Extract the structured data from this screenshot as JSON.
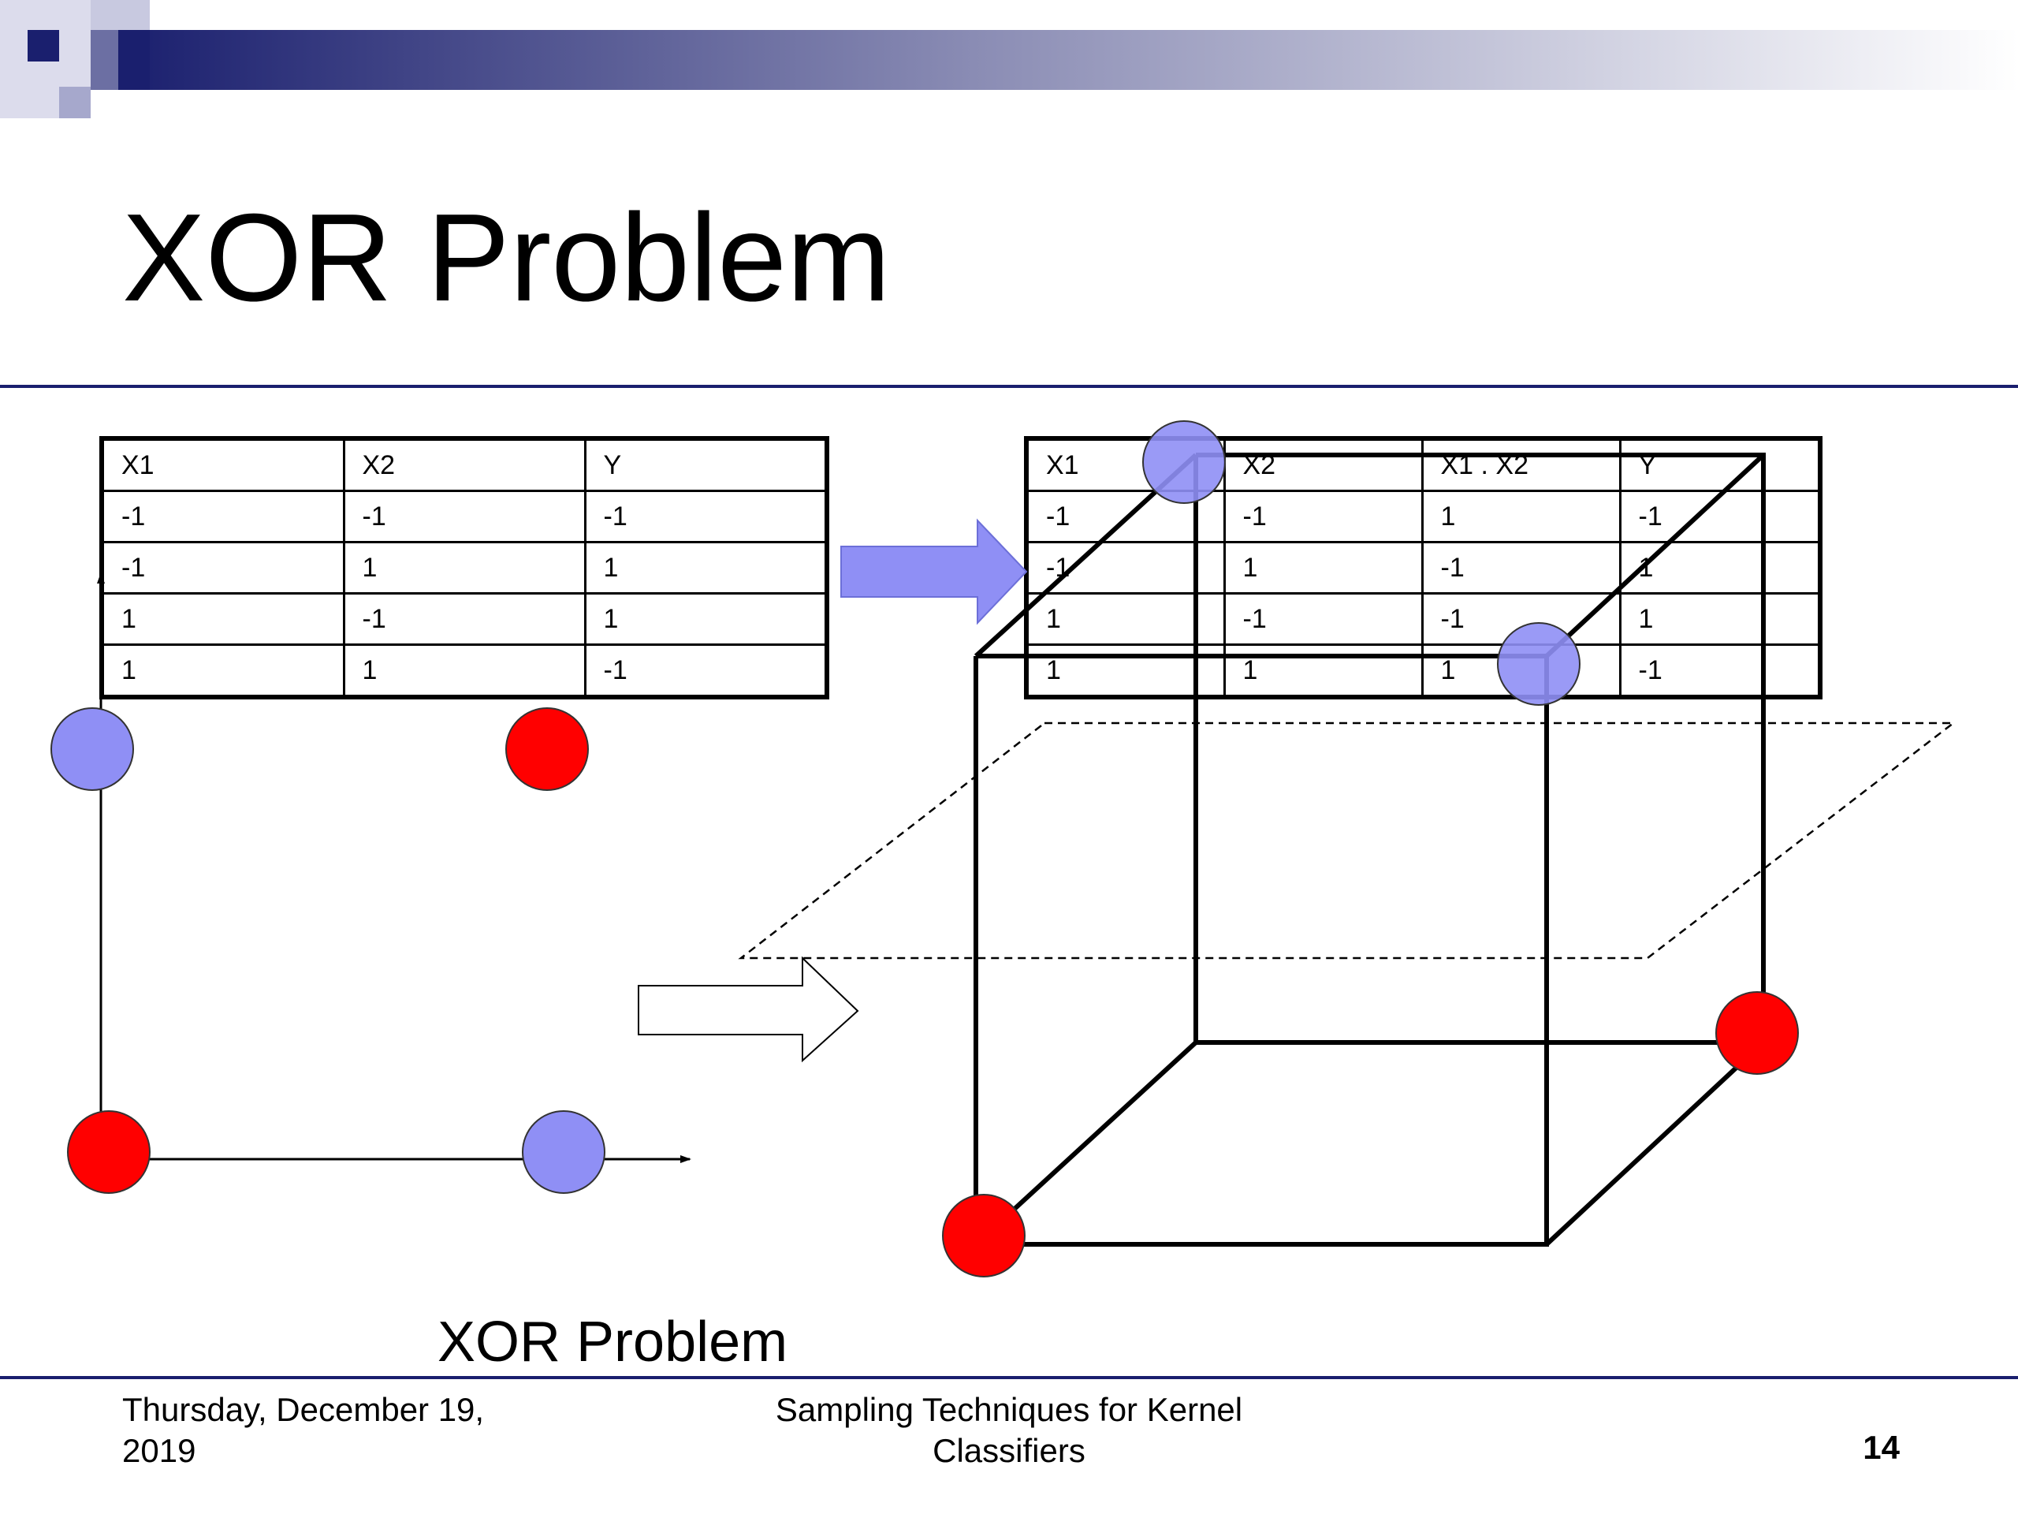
{
  "slide": {
    "title": "XOR Problem",
    "caption": "XOR Problem"
  },
  "tables": {
    "left": {
      "header": [
        "X1",
        "X2",
        "Y"
      ],
      "rows": [
        [
          "-1",
          "-1",
          "-1"
        ],
        [
          "-1",
          "1",
          "1"
        ],
        [
          "1",
          "-1",
          "1"
        ],
        [
          "1",
          "1",
          "-1"
        ]
      ]
    },
    "right": {
      "header": [
        "X1",
        "X2",
        "X1 . X2",
        "Y"
      ],
      "rows": [
        [
          "-1",
          "-1",
          "1",
          "-1"
        ],
        [
          "-1",
          "1",
          "-1",
          "1"
        ],
        [
          "1",
          "-1",
          "-1",
          "1"
        ],
        [
          "1",
          "1",
          "1",
          "-1"
        ]
      ]
    }
  },
  "footer": {
    "date": "Thursday, December 19, 2019",
    "course": "Sampling Techniques for Kernel Classifiers",
    "page": "14"
  },
  "colors": {
    "theme_navy": "#1a1f6e",
    "class_positive": "#8f8ff5",
    "class_negative": "#ff0000"
  }
}
